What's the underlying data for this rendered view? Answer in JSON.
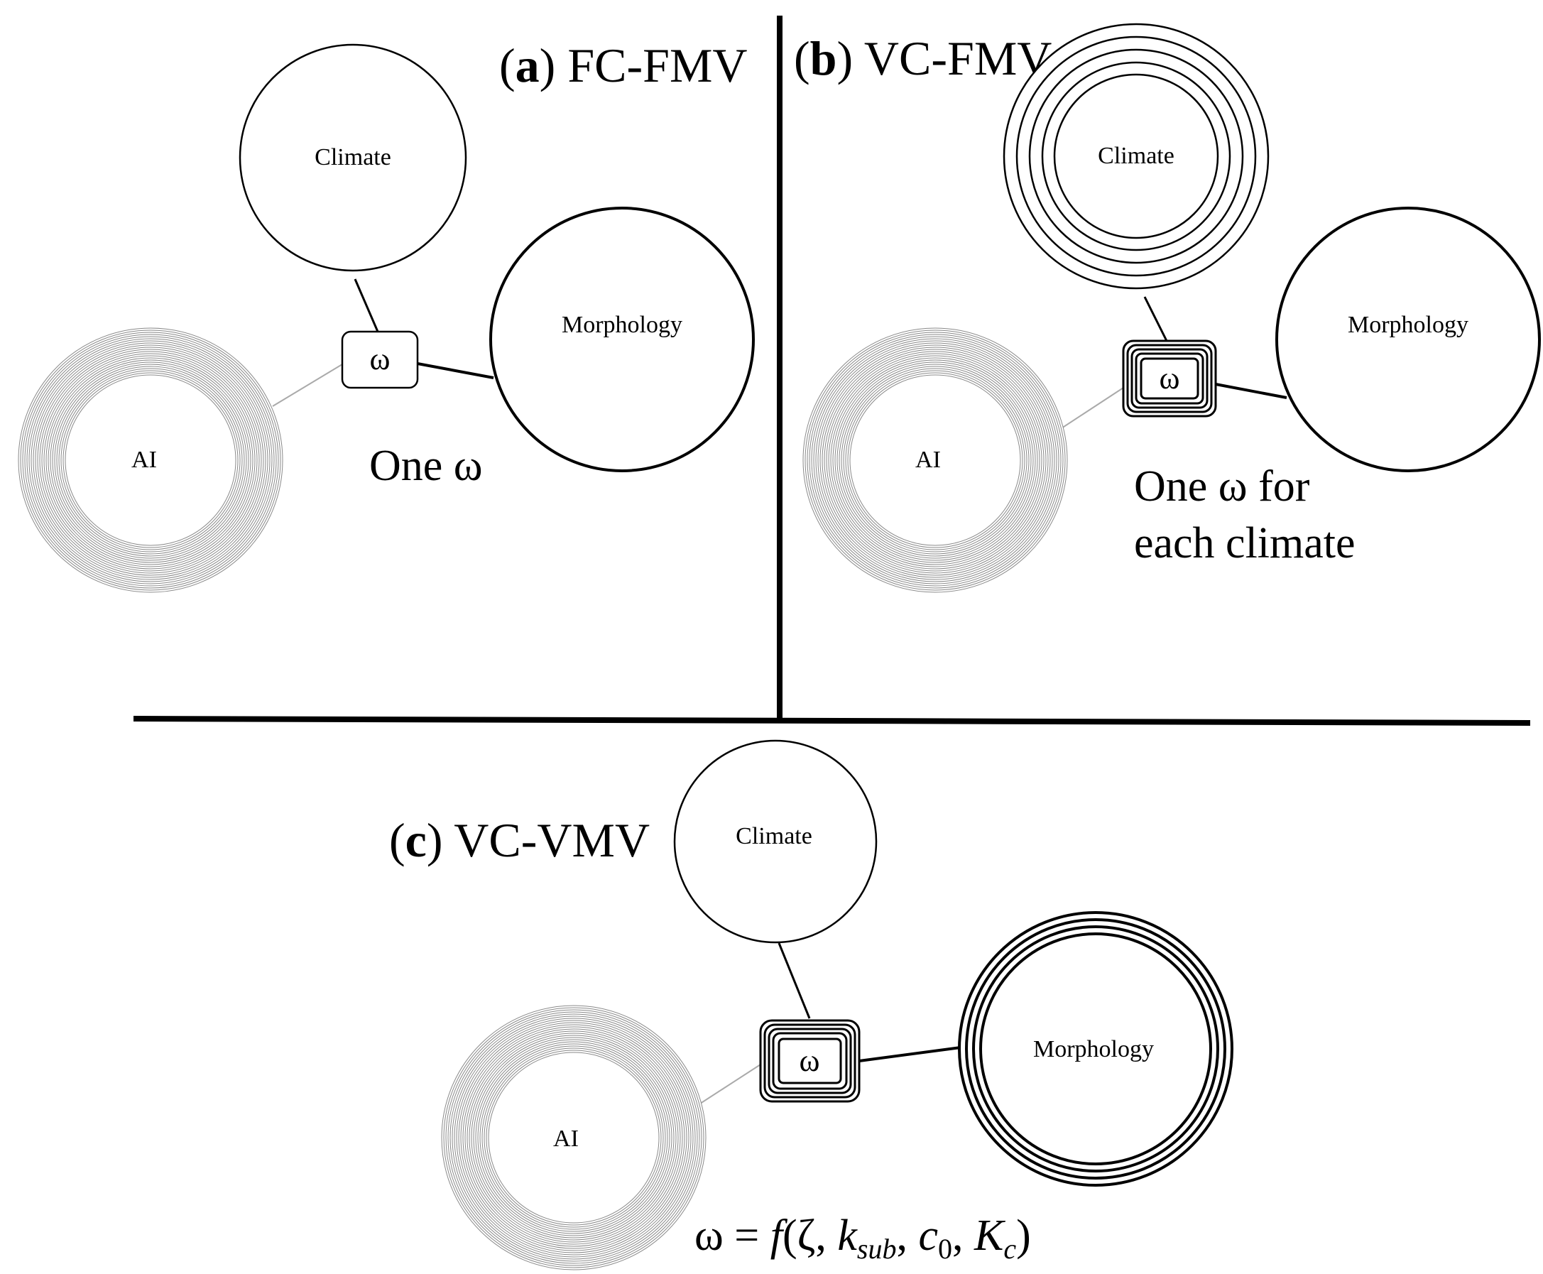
{
  "panels": {
    "a": {
      "title_letter": "a",
      "title_rest": "FC-FMV",
      "climate_label": "Climate",
      "morphology_label": "Morphology",
      "ai_label": "AI",
      "omega_label": "ω",
      "note_line1": "One ω",
      "note_line2": ""
    },
    "b": {
      "title_letter": "b",
      "title_rest": "VC-FMV",
      "climate_label": "Climate",
      "morphology_label": "Morphology",
      "ai_label": "AI",
      "omega_label": "ω",
      "note_line1": "One ω for",
      "note_line2": "each climate"
    },
    "c": {
      "title_letter": "c",
      "title_rest": "VC-VMV",
      "climate_label": "Climate",
      "morphology_label": "Morphology",
      "ai_label": "AI",
      "omega_label": "ω"
    }
  },
  "formula": {
    "lhs": "ω = ",
    "func": "f",
    "open": "(ζ, ",
    "k": "k",
    "k_sub": "sub",
    "sep1": ", ",
    "c": "c",
    "c_sub": "0",
    "sep2": ", ",
    "K": "K",
    "K_sub": "c",
    "close": ")"
  }
}
